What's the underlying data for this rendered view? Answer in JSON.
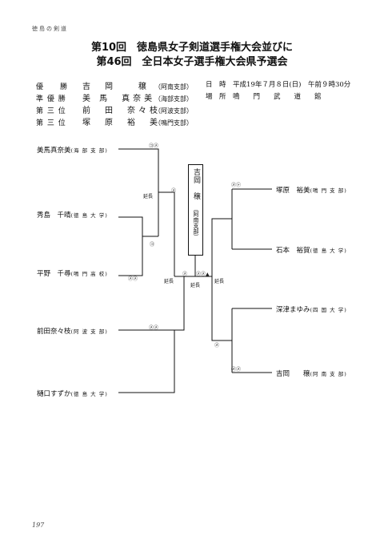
{
  "header_tag": "徳島の剣道",
  "title_line1": "第10回　徳島県女子剣道選手権大会並びに",
  "title_line2": "第46回　全日本女子選手権大会県予選会",
  "results": [
    {
      "rank": "優　　勝",
      "name": "吉　岡　　穣",
      "branch": "（阿南支部）"
    },
    {
      "rank": "準 優 勝",
      "name": "美 馬　真奈美",
      "branch": "（海部支部）"
    },
    {
      "rank": "第 三 位",
      "name": "前　田　奈々枝",
      "branch": "（阿波支部）"
    },
    {
      "rank": "第 三 位",
      "name": "塚　原　裕　美",
      "branch": "（鳴門支部）"
    }
  ],
  "info": {
    "date_label": "日　時",
    "date_value": "平成19年７月８日(日)　午前９時30分",
    "place_label": "場　所",
    "place_value": "鳴　　門　　武　　道　　館"
  },
  "left_players": [
    {
      "name": "美馬真奈美",
      "aff": "(海 部 支 部)"
    },
    {
      "name": "秀島　千晴",
      "aff": "(徳 島 大 学)"
    },
    {
      "name": "平野　千尋",
      "aff": "(鳴 門 高 校)"
    },
    {
      "name": "前田奈々枝",
      "aff": "(阿 波 支 部)"
    },
    {
      "name": "樋口すずか",
      "aff": "(徳 島 大 学)"
    }
  ],
  "right_players": [
    {
      "name": "塚原　裕美",
      "aff": "(鳴 門 支 部)"
    },
    {
      "name": "石本　裕賀",
      "aff": "(徳 島 大 学)"
    },
    {
      "name": "深津まゆみ",
      "aff": "(四 国 大 学)"
    },
    {
      "name": "吉岡　　穣",
      "aff": "(阿 南 支 部)"
    }
  ],
  "winner": {
    "name": "吉岡　穣",
    "branch": "（阿南支部）"
  },
  "scores": {
    "s1": "㋙㋱",
    "s2": "㋱",
    "s3": "㋙",
    "s4": "㋱㋱",
    "s5": "㋱㋱",
    "s6": "㋱",
    "s7": "㋱㋣",
    "s8": "㋱",
    "s9": "㋱㋱",
    "s_final": "㋱㋱▲"
  },
  "extensions": {
    "e1": "延長",
    "e2": "延長",
    "e3": "延長",
    "e4": "延長"
  },
  "page_number": "197"
}
